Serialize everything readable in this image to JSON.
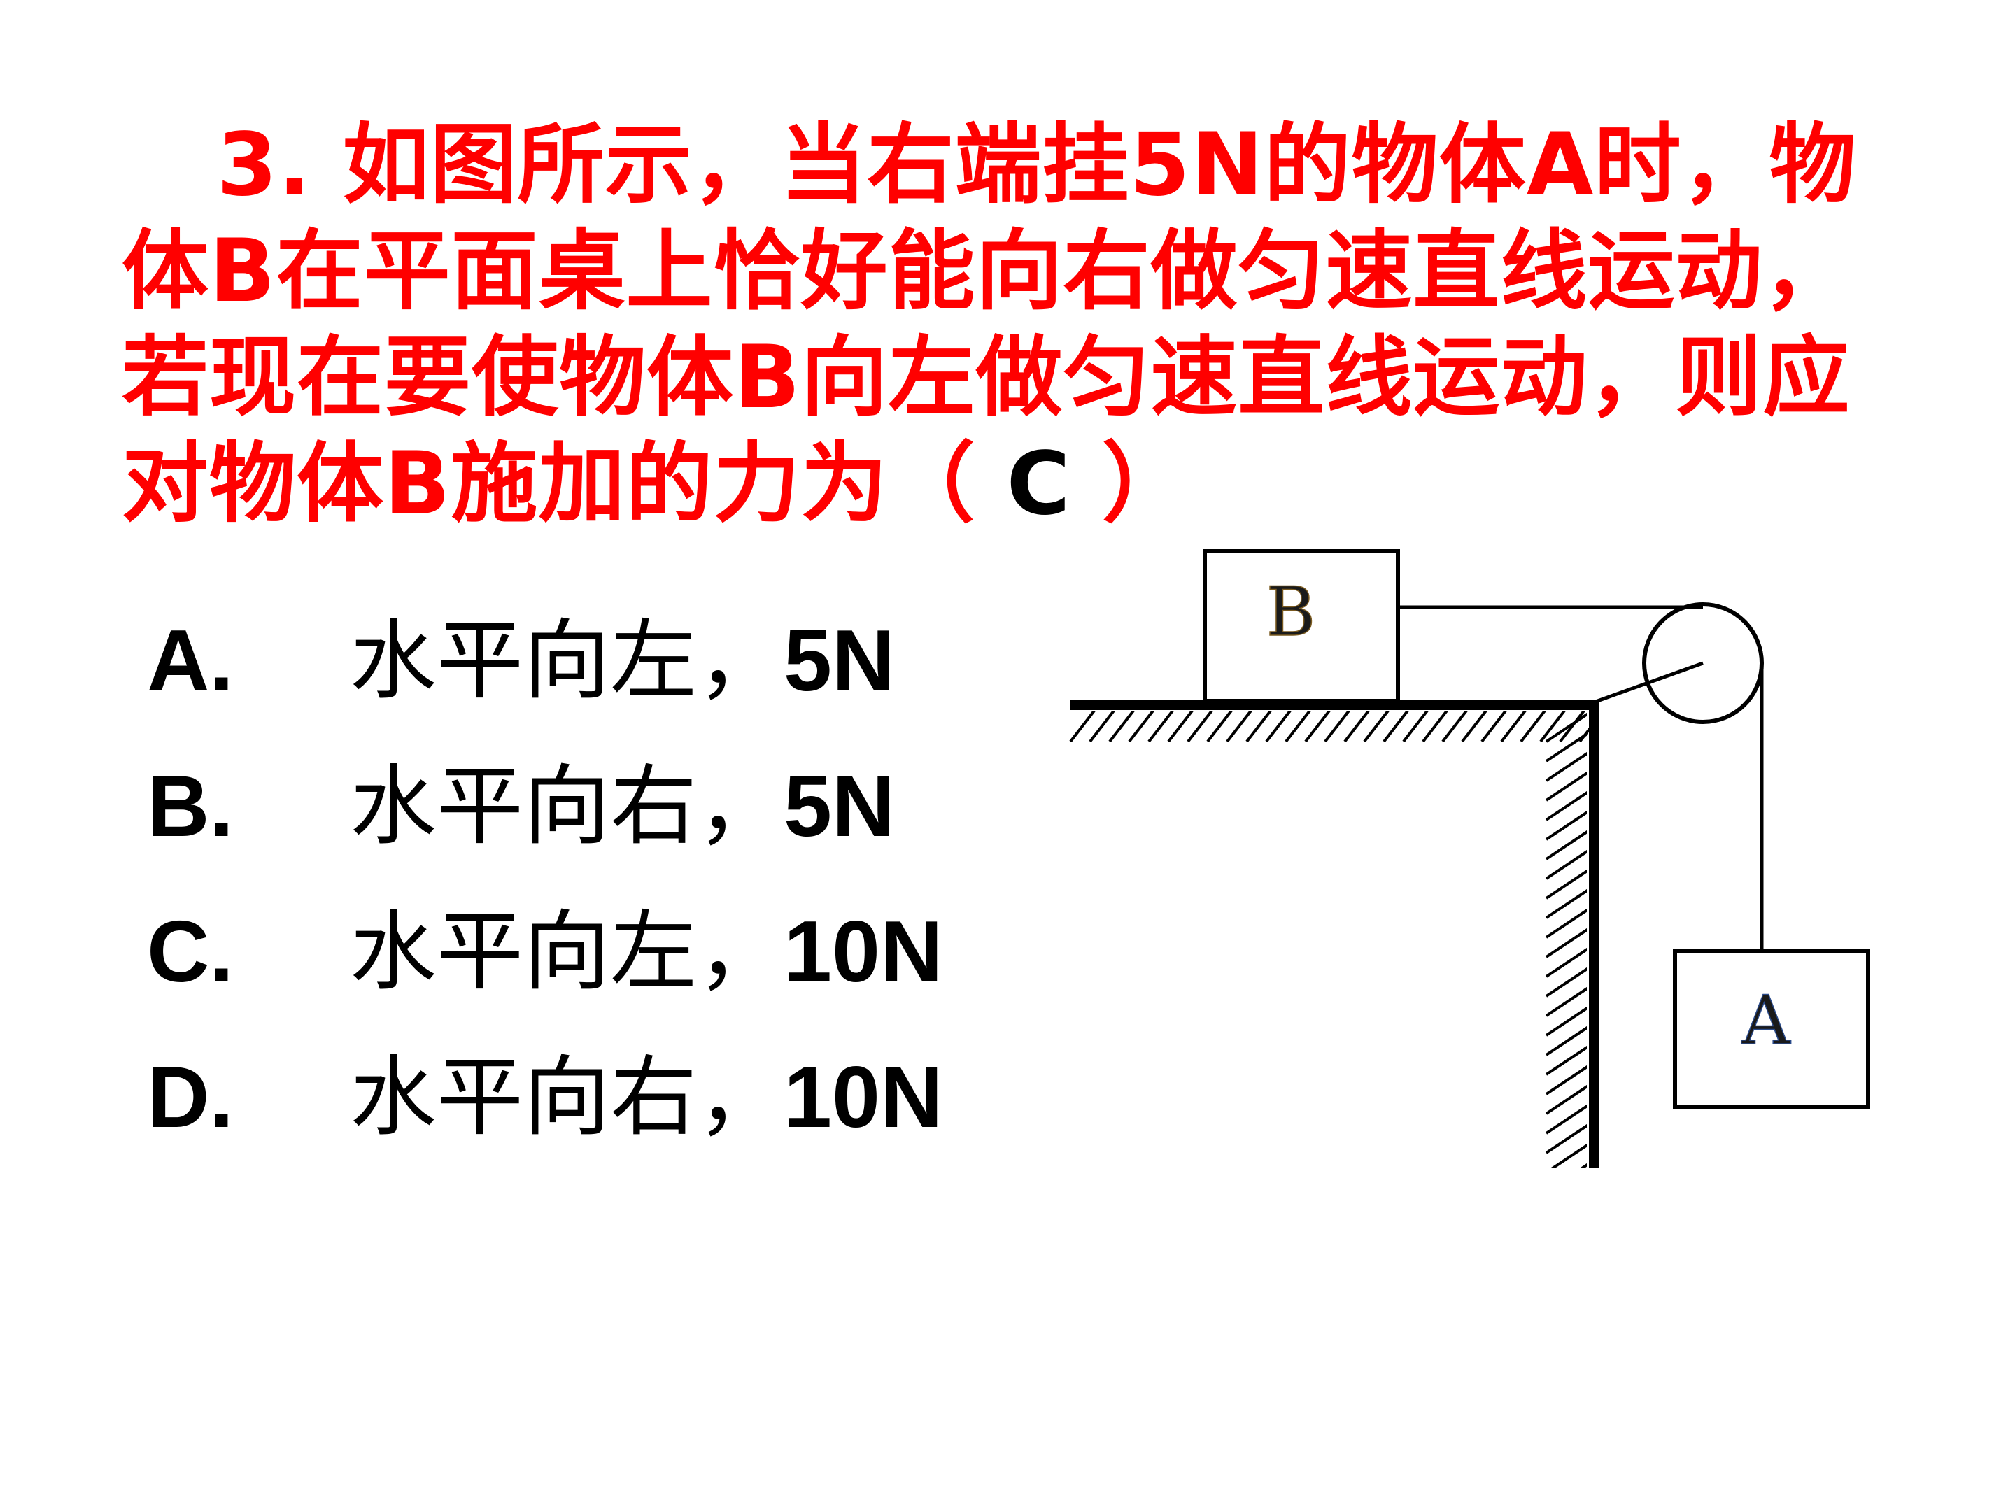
{
  "question": {
    "line1": "3. 如图所示，当右端挂5N的物体A时，物",
    "line2": "体B在平面桌上恰好能向右做匀速直线运动，",
    "line3": "若现在要使物体B向左做匀速直线运动，则应",
    "line4_prefix": "对物体B施加的力为（",
    "answer": " C ",
    "line4_suffix": "）"
  },
  "options": [
    {
      "label": "A.",
      "text": "水平向左，",
      "value": "5N"
    },
    {
      "label": "B.",
      "text": "水平向右，",
      "value": "5N"
    },
    {
      "label": "C.",
      "text": "水平向左，",
      "value": "10N"
    },
    {
      "label": "D.",
      "text": "水平向右，",
      "value": "10N"
    }
  ],
  "diagram": {
    "block_b_label": "B",
    "block_a_label": "A"
  },
  "colors": {
    "question_text": "#ff0000",
    "option_text": "#000000",
    "diagram_stroke": "#000000"
  }
}
